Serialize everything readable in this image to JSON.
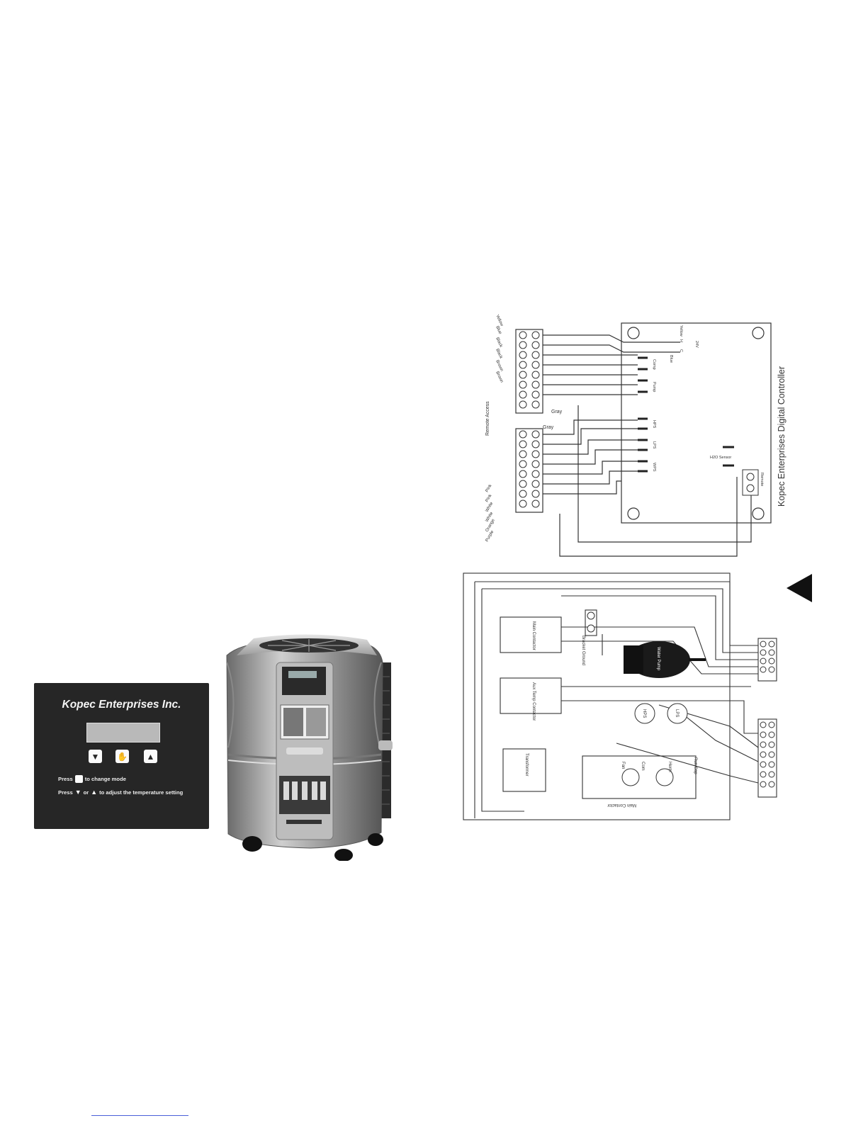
{
  "panel": {
    "brand": "Kopec Enterprises Inc.",
    "line1_pre": "Press",
    "line1_post": "to change mode",
    "line2_pre": "Press",
    "line2_mid": "or",
    "line2_post": "to adjust the temperature setting",
    "icons": [
      "down-arrow-icon",
      "hand-icon",
      "up-arrow-icon"
    ]
  },
  "controller_diagram": {
    "board_title": "Kopec Enterprises Digital Controller",
    "remote_access": "Remote Access",
    "gray_top": "Gray",
    "gray_mid": "Gray",
    "left_wires_top": [
      "Yellow",
      "Blue",
      "Black",
      "Black",
      "Brown",
      "Brown"
    ],
    "left_wires_bottom": [
      "Pink",
      "Pink",
      "White",
      "White",
      "Orange",
      "Purple"
    ],
    "board_labels": [
      "Yellow",
      "H",
      "24V",
      "C",
      "Blue",
      "Comp",
      "Pump",
      "HPS",
      "LPS",
      "WPS",
      "H2O Sensor",
      "Remote"
    ]
  },
  "wiring_diagram": {
    "main_contactor": "Main Contactor",
    "aux_contactor": "Aux Temp Contactor",
    "transformer": "Transformer",
    "pump": "Water Pump",
    "ground": "Bracket Ground",
    "hps": "HPS",
    "lps": "LPS",
    "capacitor": "Run Cap",
    "capacitor_labels": [
      "Fan",
      "Com",
      "Herm"
    ],
    "main_contactor_label": "Main Contactor"
  }
}
